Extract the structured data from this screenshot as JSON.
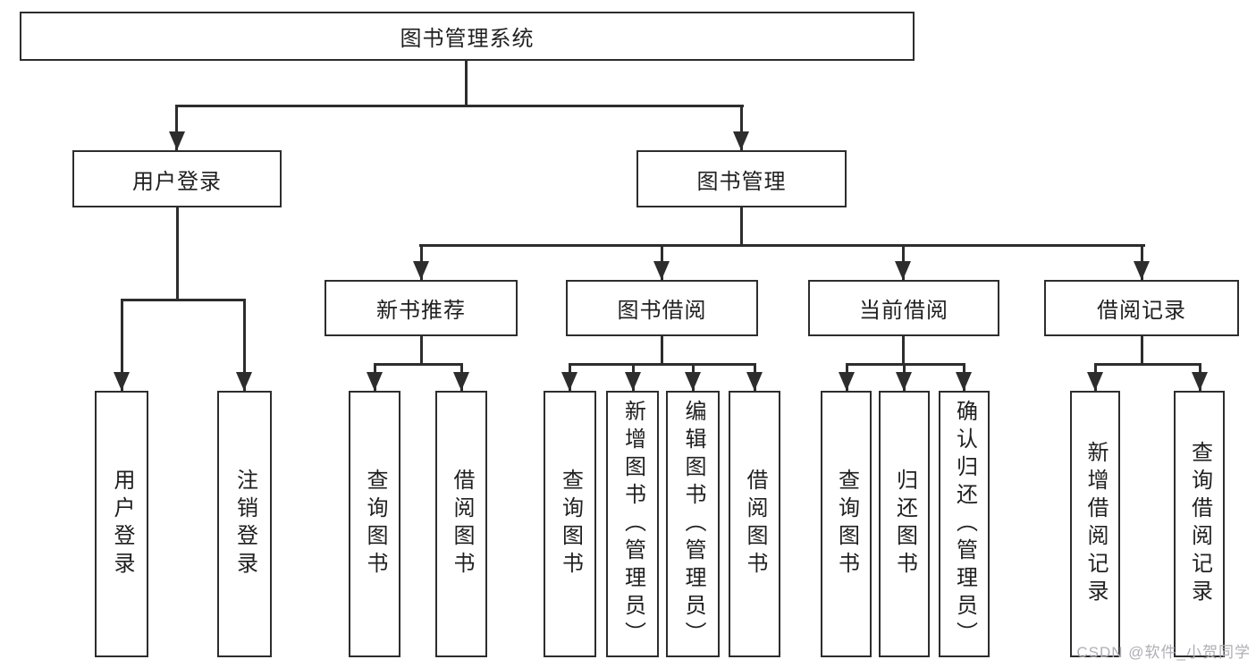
{
  "tree": {
    "root": "图书管理系统",
    "children": [
      {
        "label": "用户登录",
        "children": [
          {
            "label": "用户登录"
          },
          {
            "label": "注销登录"
          }
        ]
      },
      {
        "label": "图书管理",
        "children": [
          {
            "label": "新书推荐",
            "children": [
              {
                "label": "查询图书"
              },
              {
                "label": "借阅图书"
              }
            ]
          },
          {
            "label": "图书借阅",
            "children": [
              {
                "label": "查询图书"
              },
              {
                "label": "新增图书（管理员）"
              },
              {
                "label": "编辑图书（管理员）"
              },
              {
                "label": "借阅图书"
              }
            ]
          },
          {
            "label": "当前借阅",
            "children": [
              {
                "label": "查询图书"
              },
              {
                "label": "归还图书"
              },
              {
                "label": "确认归还（管理员）"
              }
            ]
          },
          {
            "label": "借阅记录",
            "children": [
              {
                "label": "新增借阅记录"
              },
              {
                "label": "查询借阅记录"
              }
            ]
          }
        ]
      }
    ]
  },
  "watermark": {
    "text": "CSDN @软件_小贺同学"
  },
  "icons": {
    "arrowhead": "triangle-down-arrow"
  },
  "colors": {
    "line": "#2d2d2d",
    "box_border": "#2d2d2d",
    "text": "#1f1f1f",
    "watermark": "#aeaeb6",
    "background": "#ffffff"
  }
}
